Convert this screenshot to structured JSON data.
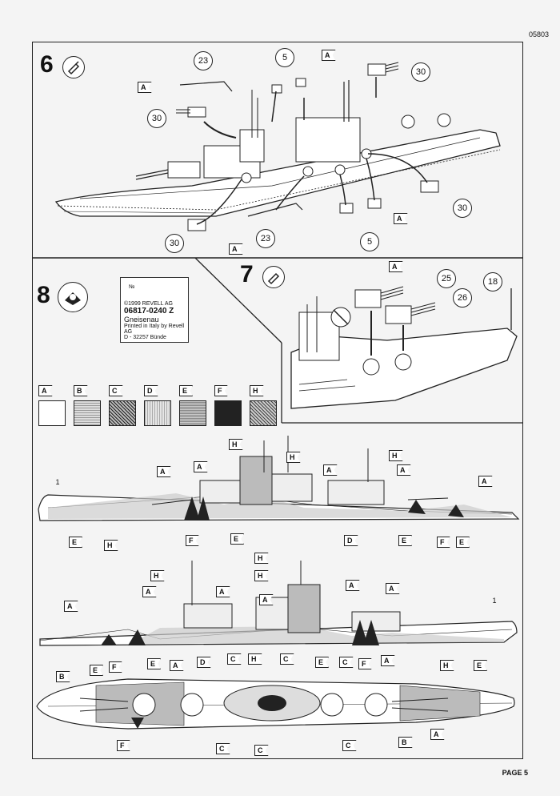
{
  "header": {
    "doc_number": "05803"
  },
  "footer": {
    "page": "PAGE 5"
  },
  "steps": {
    "s6": "6",
    "s7": "7",
    "s8": "8"
  },
  "callouts": {
    "c23": "23",
    "c5": "5",
    "c30": "30",
    "c25": "25",
    "c26": "26",
    "c18": "18",
    "c1": "1"
  },
  "label": {
    "mark1": "№",
    "copyright": "©1999 REVELL AG",
    "code": "06817-0240 Z",
    "name": "Gneisenau",
    "printed": "Printed in Italy by Revell AG",
    "address": "D - 32257 Bünde"
  },
  "paint_codes": [
    "A",
    "B",
    "C",
    "D",
    "E",
    "F",
    "H"
  ],
  "colors": {
    "line": "#222222",
    "paper": "#f4f4f4",
    "dark": "#222222",
    "hatch": "#888888"
  },
  "icons": [
    "glue-tube-icon",
    "paint-icon",
    "no-glue-icon"
  ]
}
